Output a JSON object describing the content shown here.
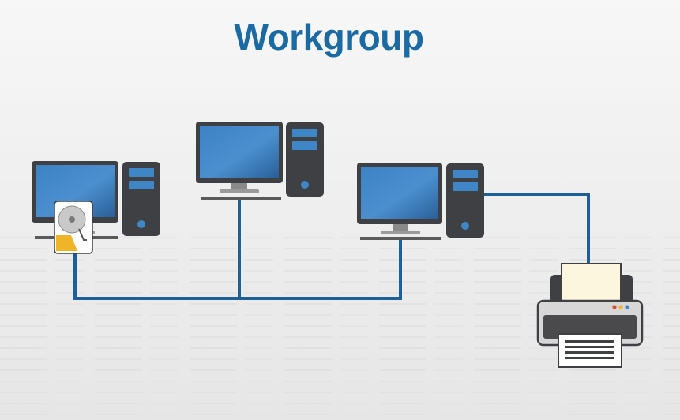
{
  "diagram": {
    "title": "Workgroup",
    "nodes": [
      {
        "id": "computer-left",
        "kind": "desktop-computer",
        "has_hard_drive": true
      },
      {
        "id": "computer-center",
        "kind": "desktop-computer"
      },
      {
        "id": "computer-right",
        "kind": "desktop-computer"
      },
      {
        "id": "printer",
        "kind": "printer"
      }
    ],
    "edges": [
      {
        "from": "computer-left",
        "to": "bus"
      },
      {
        "from": "computer-center",
        "to": "bus"
      },
      {
        "from": "computer-right",
        "to": "bus"
      },
      {
        "from": "computer-right",
        "to": "printer"
      }
    ],
    "colors": {
      "title": "#1a6aa3",
      "cable": "#1f5f99",
      "device_body": "#3f4043",
      "screen": "#2e6fad",
      "drive_accent": "#f0b429"
    }
  }
}
